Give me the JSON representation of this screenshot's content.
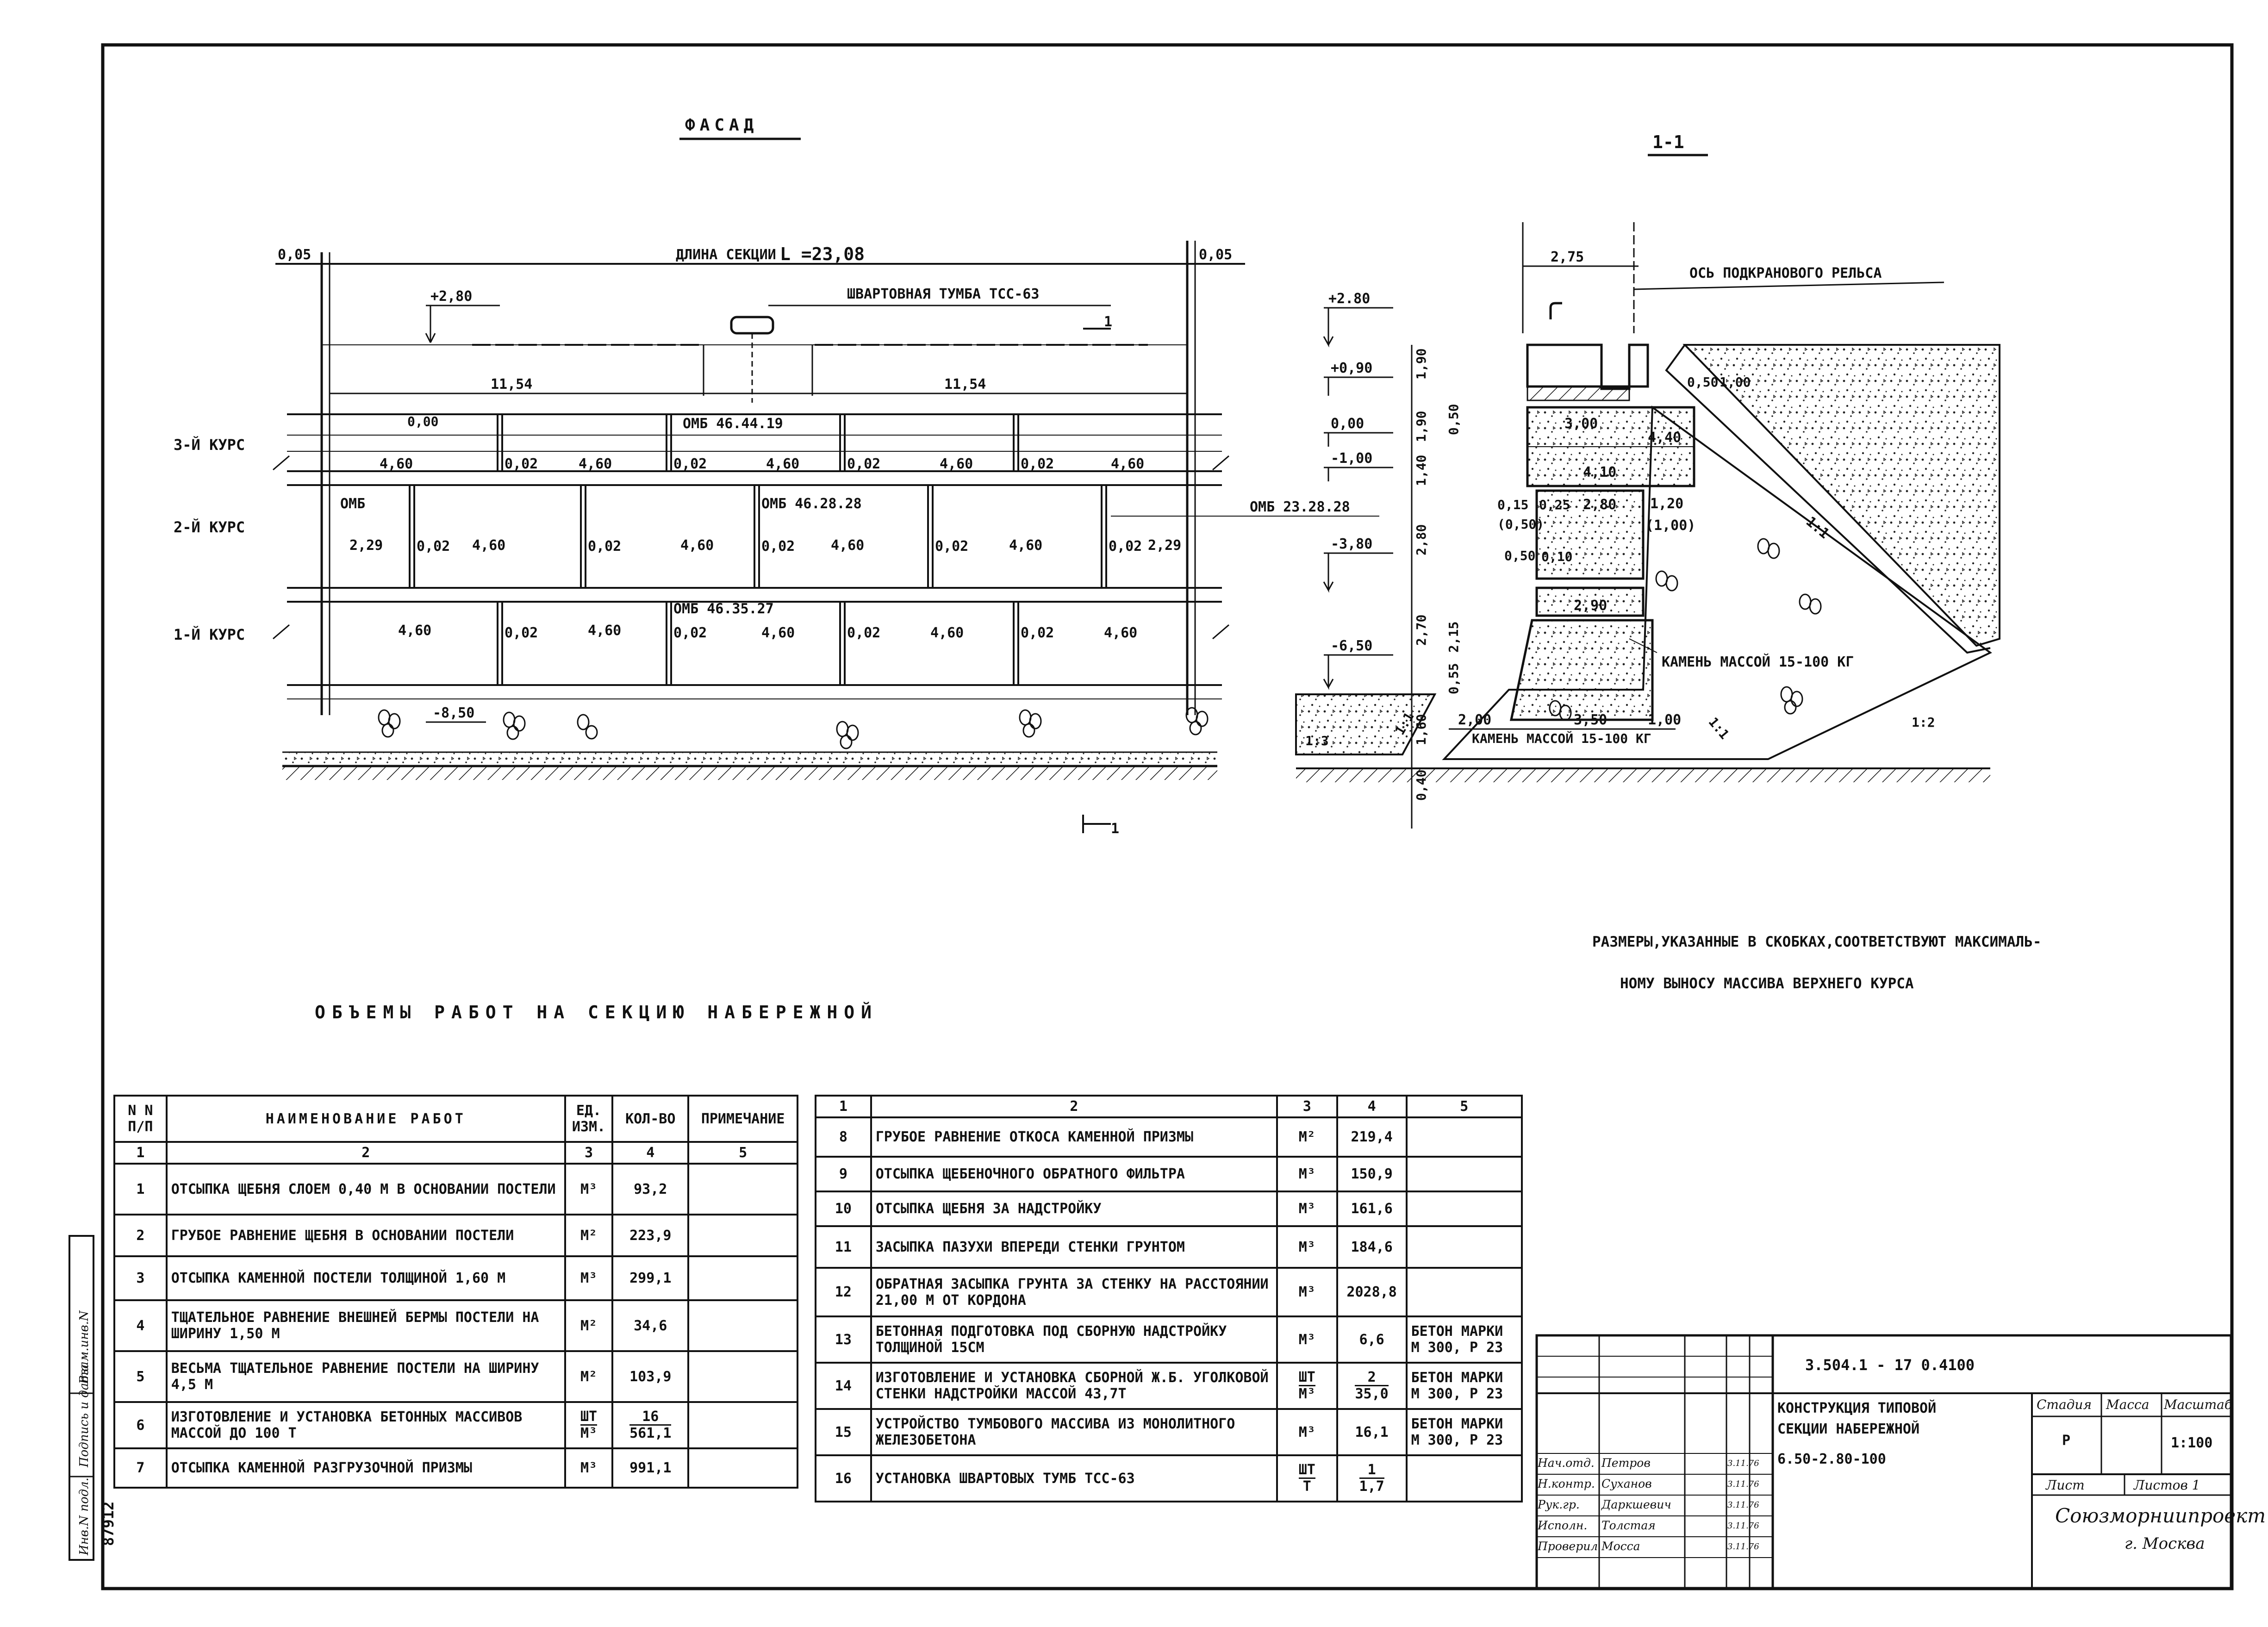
{
  "facade": {
    "title": "ФАСАД",
    "section_length": "ДЛИНА СЕКЦИИ",
    "section_length_value": "L =23,08",
    "edge_gap": "0,05",
    "bollard": "ШВАРТОВНАЯ ТУМБА ТСС-63",
    "top_level": "+2,80",
    "half_length": "11,54",
    "zero_level": "0,00",
    "bottom_level": "-8,50",
    "course3": "3-Й КУРС",
    "course2": "2-Й КУРС",
    "course1": "1-Й КУРС",
    "block3": "ОМБ 46.44.19",
    "block2": "ОМБ 46.28.28",
    "block2_end": "ОМБ",
    "block2_right": "ОМБ 23.28.28",
    "block1": "ОМБ 46.35.27",
    "w460": "4,60",
    "w002": "0,02",
    "w229": "2,29",
    "cut_mark": "1"
  },
  "section": {
    "title": "1-1",
    "width_top": "2,75",
    "rail_axis": "ОСЬ ПОДКРАНОВОГО РЕЛЬСА",
    "lvl_p280": "+2.80",
    "lvl_p090": "+0,90",
    "lvl_000": "0,00",
    "lvl_m100": "-1,00",
    "lvl_m380": "-3,80",
    "lvl_m650": "-6,50",
    "v190a": "1,90",
    "v190b": "1,90",
    "v140": "1,40",
    "v050": "0,50",
    "v280": "2,80",
    "v270": "2,70",
    "v215": "2,15",
    "v055": "0,55",
    "v160": "1,60",
    "v040": "0,40",
    "d300": "3,00",
    "d440": "4,40",
    "d410": "4,10",
    "d015": "0,15",
    "d050p": "(0,50)",
    "d025": "0,25",
    "d280": "2,80",
    "d120": "1,20",
    "d100p": "(1,00)",
    "d050": "0,50",
    "d010": "0,10",
    "d290": "2,90",
    "d200": "2,00",
    "d350": "3,50",
    "d100": "1,00",
    "top050": "0,50",
    "top100": "1,00",
    "slope11": "1:1",
    "slope13": "1:3",
    "slope12": "1:2",
    "stone_upper": "КАМЕНЬ МАССОЙ 15-100 КГ",
    "stone_lower": "КАМЕНЬ МАССОЙ 15-100 КГ"
  },
  "remark": {
    "line1": "РАЗМЕРЫ,УКАЗАННЫЕ В СКОБКАХ,СООТВЕТСТВУЮТ МАКСИМАЛЬ-",
    "line2": "НОМУ ВЫНОСУ МАССИВА ВЕРХНЕГО КУРСА"
  },
  "volumes_title": "ОБЪЕМЫ РАБОТ НА СЕКЦИЮ НАБЕРЕЖНОЙ",
  "table1": {
    "headers": [
      "N N П/П",
      "НАИМЕНОВАНИЕ РАБОТ",
      "ЕД. ИЗМ.",
      "КОЛ-ВО",
      "ПРИМЕЧАНИЕ"
    ],
    "colnums": [
      "1",
      "2",
      "3",
      "4",
      "5"
    ],
    "rows": [
      {
        "n": "1",
        "name": "ОТСЫПКА ЩЕБНЯ СЛОЕМ 0,40 М В ОСНОВАНИИ ПОСТЕЛИ",
        "unit": "М³",
        "qty": "93,2",
        "note": ""
      },
      {
        "n": "2",
        "name": "ГРУБОЕ РАВНЕНИЕ ЩЕБНЯ В ОСНОВАНИИ ПОСТЕЛИ",
        "unit": "М²",
        "qty": "223,9",
        "note": ""
      },
      {
        "n": "3",
        "name": "ОТСЫПКА КАМЕННОЙ ПОСТЕЛИ ТОЛЩИНОЙ 1,60 М",
        "unit": "М³",
        "qty": "299,1",
        "note": ""
      },
      {
        "n": "4",
        "name": "ТЩАТЕЛЬНОЕ РАВНЕНИЕ ВНЕШНЕЙ БЕРМЫ ПОСТЕЛИ НА ШИРИНУ 1,50 М",
        "unit": "М²",
        "qty": "34,6",
        "note": ""
      },
      {
        "n": "5",
        "name": "ВЕСЬМА ТЩАТЕЛЬНОЕ РАВНЕНИЕ ПОСТЕЛИ НА ШИРИНУ 4,5 М",
        "unit": "М²",
        "qty": "103,9",
        "note": ""
      },
      {
        "n": "6",
        "name": "ИЗГОТОВЛЕНИЕ И УСТАНОВКА БЕТОННЫХ МАССИВОВ МАССОЙ ДО 100 Т",
        "unit_top": "ШТ",
        "unit_bot": "М³",
        "qty_top": "16",
        "qty_bot": "561,1",
        "note": ""
      },
      {
        "n": "7",
        "name": "ОТСЫПКА КАМЕННОЙ РАЗГРУЗОЧНОЙ ПРИЗМЫ",
        "unit": "М³",
        "qty": "991,1",
        "note": ""
      }
    ]
  },
  "table2": {
    "colnums": [
      "1",
      "2",
      "3",
      "4",
      "5"
    ],
    "rows": [
      {
        "n": "8",
        "name": "ГРУБОЕ РАВНЕНИЕ ОТКОСА КАМЕННОЙ ПРИЗМЫ",
        "unit": "М²",
        "qty": "219,4",
        "note": ""
      },
      {
        "n": "9",
        "name": "ОТСЫПКА ЩЕБЕНОЧНОГО ОБРАТНОГО ФИЛЬТРА",
        "unit": "М³",
        "qty": "150,9",
        "note": ""
      },
      {
        "n": "10",
        "name": "ОТСЫПКА ЩЕБНЯ ЗА НАДСТРОЙКУ",
        "unit": "М³",
        "qty": "161,6",
        "note": ""
      },
      {
        "n": "11",
        "name": "ЗАСЫПКА ПАЗУХИ ВПЕРЕДИ СТЕНКИ ГРУНТОМ",
        "unit": "М³",
        "qty": "184,6",
        "note": ""
      },
      {
        "n": "12",
        "name": "ОБРАТНАЯ ЗАСЫПКА ГРУНТА ЗА СТЕНКУ НА РАССТОЯНИИ 21,00 М ОТ КОРДОНА",
        "unit": "М³",
        "qty": "2028,8",
        "note": ""
      },
      {
        "n": "13",
        "name": "БЕТОННАЯ ПОДГОТОВКА ПОД СБОРНУЮ НАДСТРОЙКУ ТОЛЩИНОЙ 15СМ",
        "unit": "М³",
        "qty": "6,6",
        "note": "БЕТОН МАРКИ М 300, Р 23"
      },
      {
        "n": "14",
        "name": "ИЗГОТОВЛЕНИЕ И УСТАНОВКА СБОРНОЙ Ж.Б. УГОЛКОВОЙ СТЕНКИ НАДСТРОЙКИ МАССОЙ 43,7Т",
        "unit_top": "ШТ",
        "unit_bot": "М³",
        "qty_top": "2",
        "qty_bot": "35,0",
        "note": "БЕТОН МАРКИ М 300, Р 23"
      },
      {
        "n": "15",
        "name": "УСТРОЙСТВО ТУМБОВОГО МАССИВА ИЗ МОНОЛИТНОГО ЖЕЛЕЗОБЕТОНА",
        "unit": "М³",
        "qty": "16,1",
        "note": "БЕТОН МАРКИ М 300, Р 23"
      },
      {
        "n": "16",
        "name": "УСТАНОВКА ШВАРТОВЫХ ТУМБ ТСС-63",
        "unit_top": "ШТ",
        "unit_bot": "Т",
        "qty_top": "1",
        "qty_bot": "1,7",
        "note": ""
      }
    ]
  },
  "titleblock": {
    "code": "3.504.1 - 17 0.4100",
    "name1": "КОНСТРУКЦИЯ ТИПОВОЙ",
    "name2": "СЕКЦИИ НАБЕРЕЖНОЙ",
    "name3": "6.50-2.80-100",
    "stage_h": "Стадия",
    "mass_h": "Масса",
    "scale_h": "Масштаб",
    "stage": "Р",
    "scale": "1:100",
    "sheet_h": "Лист",
    "sheets_h": "Листов 1",
    "org1": "Союзморниипроект",
    "org2": "г. Москва",
    "people": [
      {
        "role": "Нач.отд.",
        "name": "Петров",
        "date": "3.11.76"
      },
      {
        "role": "Н.контр.",
        "name": "Суханов",
        "date": "3.11.76"
      },
      {
        "role": "Рук.гр.",
        "name": "Даркшевич",
        "date": "3.11.76"
      },
      {
        "role": "Исполн.",
        "name": "Толстая",
        "date": "3.11.76"
      },
      {
        "role": "Проверил",
        "name": "Мосса",
        "date": "3.11.76"
      }
    ]
  },
  "side_stamp": {
    "inv": "Инв.N подл.",
    "sign": "Подпись и дата",
    "vzam": "Взам.инв.N",
    "number": "87912"
  }
}
